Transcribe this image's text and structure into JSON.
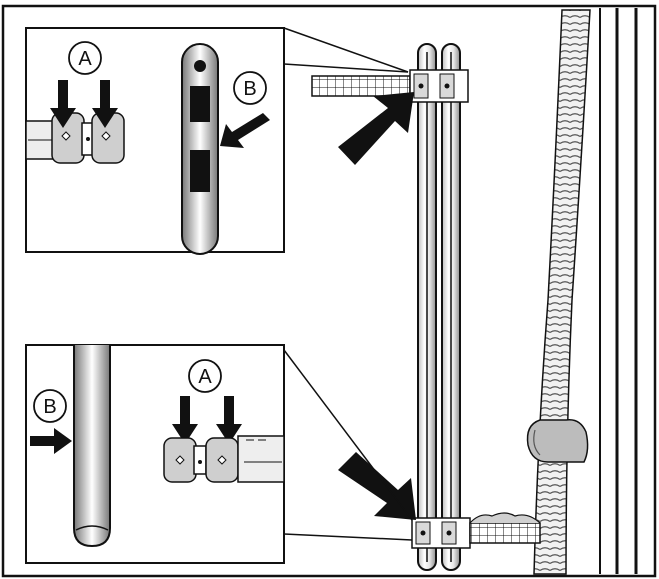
{
  "labels": {
    "top_a": "A",
    "top_b": "B",
    "bottom_a": "A",
    "bottom_b": "B"
  },
  "colors": {
    "ink": "#111111",
    "paper": "#ffffff",
    "shade": "#d9d9d9",
    "dark_shade": "#9a9a9a"
  },
  "icons": [
    "arrow-down-icon",
    "arrow-right-icon",
    "big-arrow-icon",
    "circle-label-icon"
  ]
}
